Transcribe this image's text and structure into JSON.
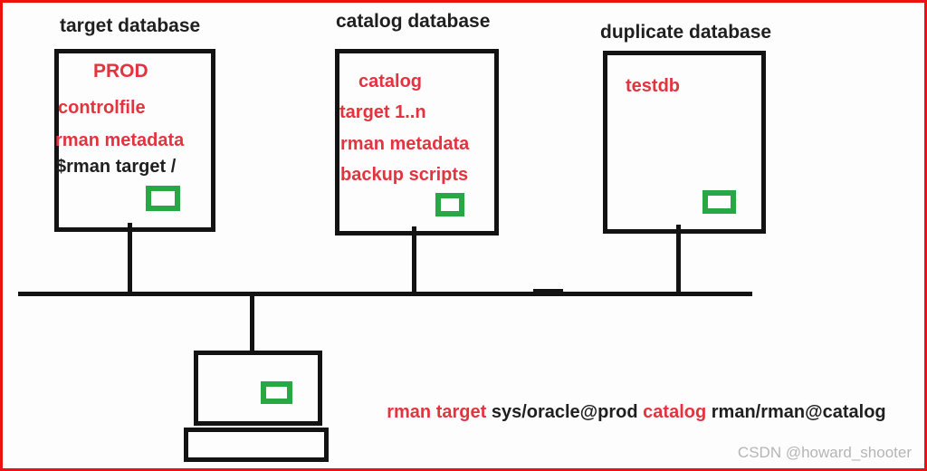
{
  "colors": {
    "frame_red": "#ee1111",
    "text_red": "#e4333e",
    "text_black": "#1f1f1f",
    "line_black": "#131313",
    "green": "#28a745",
    "watermark_gray": "#b5b5b5"
  },
  "nodes": [
    {
      "title": "target database",
      "lines": [
        "PROD",
        "controlfile",
        "rman metadata",
        "$rman target /"
      ]
    },
    {
      "title": "catalog database",
      "lines": [
        "catalog",
        "target 1..n",
        "rman metadata",
        "backup scripts"
      ]
    },
    {
      "title": "duplicate database",
      "lines": [
        "testdb"
      ]
    }
  ],
  "client": {
    "parts": [
      "monitor",
      "keyboard"
    ]
  },
  "command": {
    "segments": [
      {
        "text": "rman target ",
        "color": "red"
      },
      {
        "text": "sys/oracle@prod ",
        "color": "black"
      },
      {
        "text": "catalog ",
        "color": "red"
      },
      {
        "text": "rman/rman@catalog",
        "color": "black"
      }
    ]
  },
  "watermark": "CSDN @howard_shooter"
}
